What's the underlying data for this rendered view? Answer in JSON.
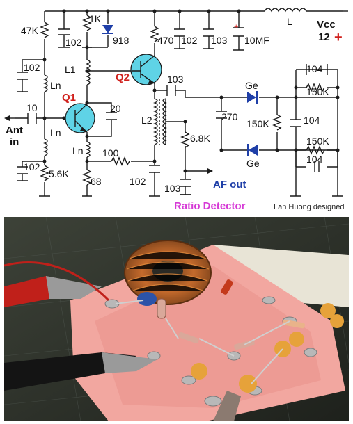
{
  "colors": {
    "wire": "#1a1a1a",
    "transistor_fill": "#5fd3e6",
    "transistor_label": "#d0201c",
    "diode": "#1f3fa8",
    "title": "#d63ad6",
    "af_out": "#1f3fa8",
    "plus": "#d0201c"
  },
  "labels": {
    "r_47k": "47K",
    "r_1k": "1K",
    "c_102_top": "102",
    "d_918": "918",
    "r_470": "470",
    "c_102_rail": "102",
    "c_103_rail": "103",
    "c_10mf": "10MF",
    "l_main": "L",
    "vcc": "Vcc",
    "vcc_value": "12",
    "plus": "+",
    "polarity_plus": "+",
    "c_102_left": "102",
    "ln_1": "Ln",
    "l1": "L1",
    "q2": "Q2",
    "q1": "Q1",
    "c_103_coupling": "103",
    "c_10_ant": "10",
    "c_20": "20",
    "ant": "Ant",
    "ant_in": "in",
    "ln_2": "Ln",
    "ln_3": "Ln",
    "l2": "L2",
    "c_270": "270",
    "r_6k8": "6.8K",
    "ge_top": "Ge",
    "ge_bottom": "Ge",
    "c_104_top": "104",
    "r_150k_top": "150K",
    "r_150k_mid": "150K",
    "c_104_mid": "104",
    "r_150k_bottom": "150K",
    "c_104_bottom": "104",
    "r_100": "100",
    "c_102_bl": "102",
    "r_5k6": "5.6K",
    "r_68": "68",
    "c_102_bottom": "102",
    "c_103_bottom": "103",
    "af_out": "AF out",
    "title": "Ratio Detector",
    "credit": "Lan Huong designed"
  }
}
